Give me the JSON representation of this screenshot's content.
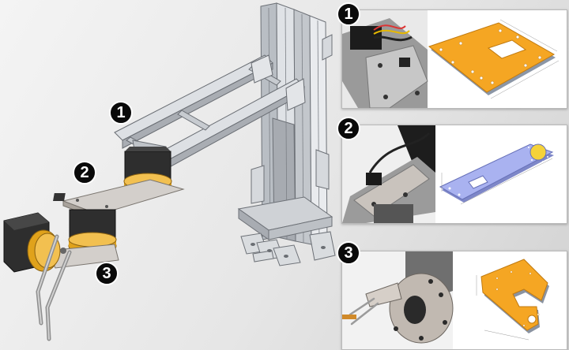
{
  "badges": {
    "main_1": "1",
    "main_2": "2",
    "main_3": "3",
    "panel_1": "1",
    "panel_2": "2",
    "panel_3": "3"
  },
  "colors": {
    "aluminum": "#c9cdd2",
    "motor_body": "#2b2b2b",
    "gearbox_gold": "#e0a21b",
    "plate_orange": "#f5a623",
    "plate_blue": "#a9b2f0",
    "badge": "#0a0a0a"
  }
}
